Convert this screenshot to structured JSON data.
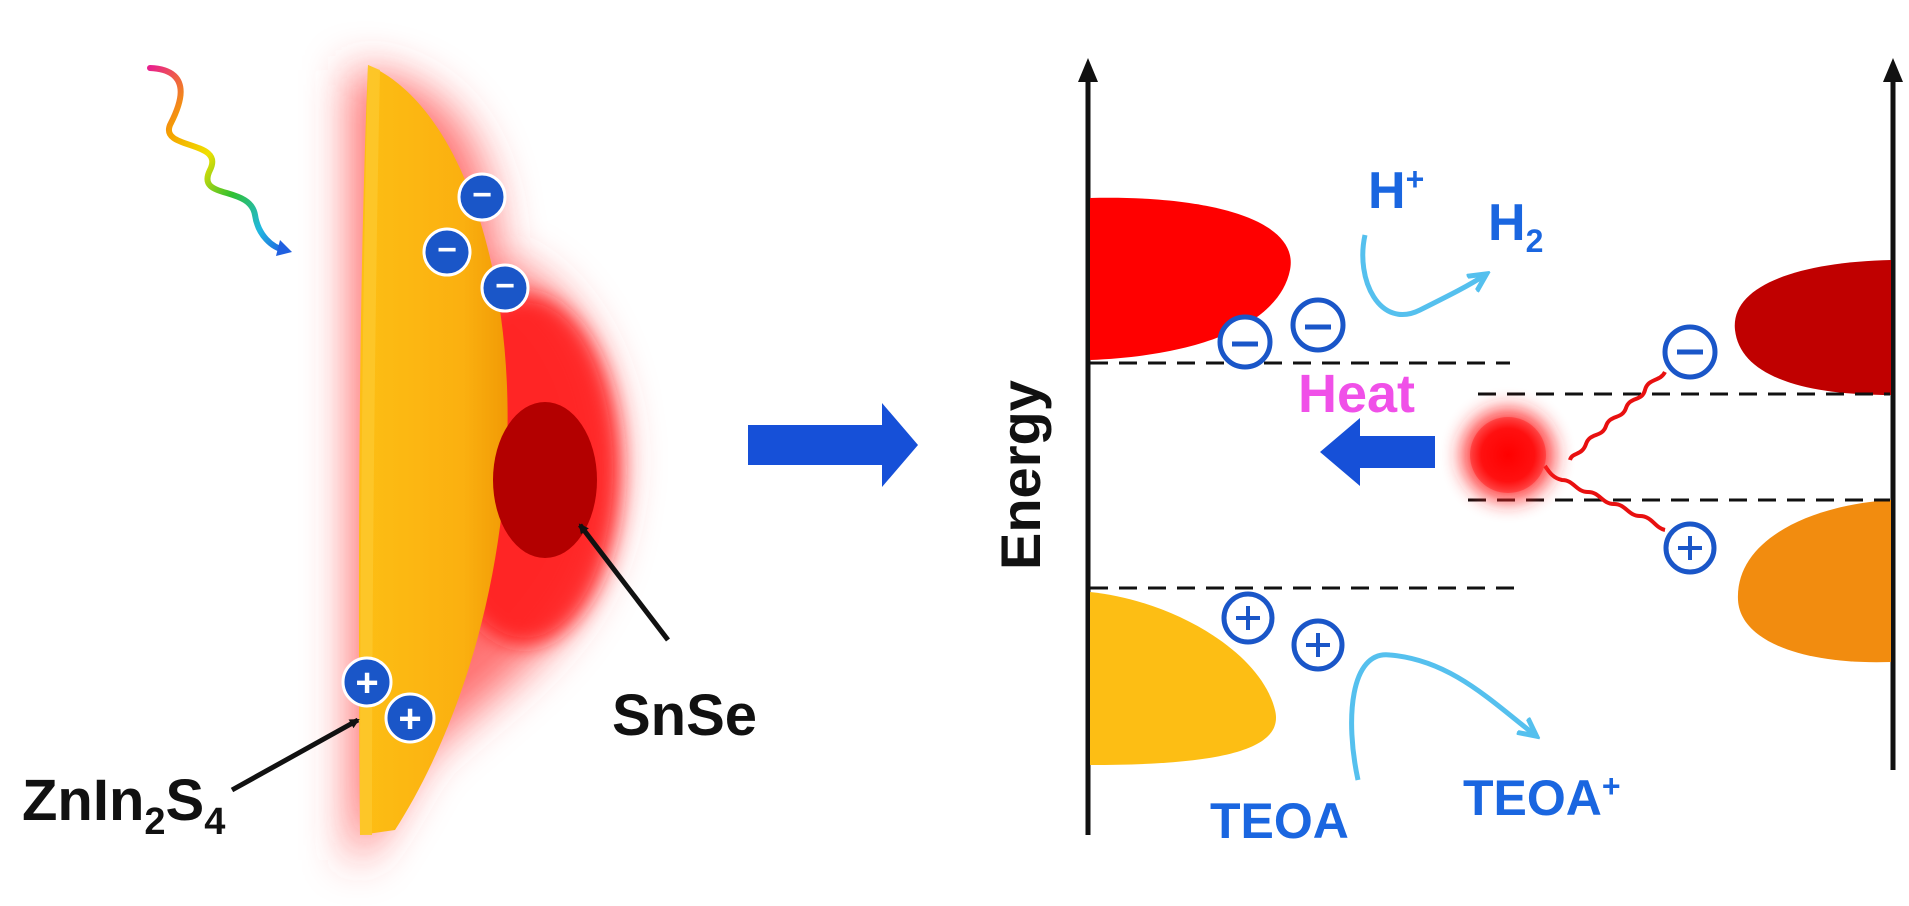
{
  "labels": {
    "material_a": "ZnIn",
    "material_a_sub1": "2",
    "material_a_mid": "S",
    "material_a_sub2": "4",
    "material_b": "SnSe",
    "energy_axis": "Energy",
    "heat": "Heat",
    "proton": "H",
    "proton_sup": "+",
    "hydrogen": "H",
    "hydrogen_sub": "2",
    "donor": "TEOA",
    "donor_ox": "TEOA",
    "donor_ox_sup": "+"
  },
  "charges": {
    "electron_symbol": "−",
    "hole_symbol": "+"
  },
  "colors": {
    "zis_yellow": "#FDB913",
    "zis_orange": "#F5A00A",
    "snse_red": "#FF0000",
    "snse_dark": "#B00000",
    "snse_band_dark": "#C00000",
    "vb_orange": "#F28C0F",
    "charge_blue": "#1A56C8",
    "text_blue": "#1A66E0",
    "arrow_blue": "#1650D8",
    "curve_cyan": "#55C0EE",
    "heat_magenta": "#F050E8",
    "text_black": "#111111"
  }
}
